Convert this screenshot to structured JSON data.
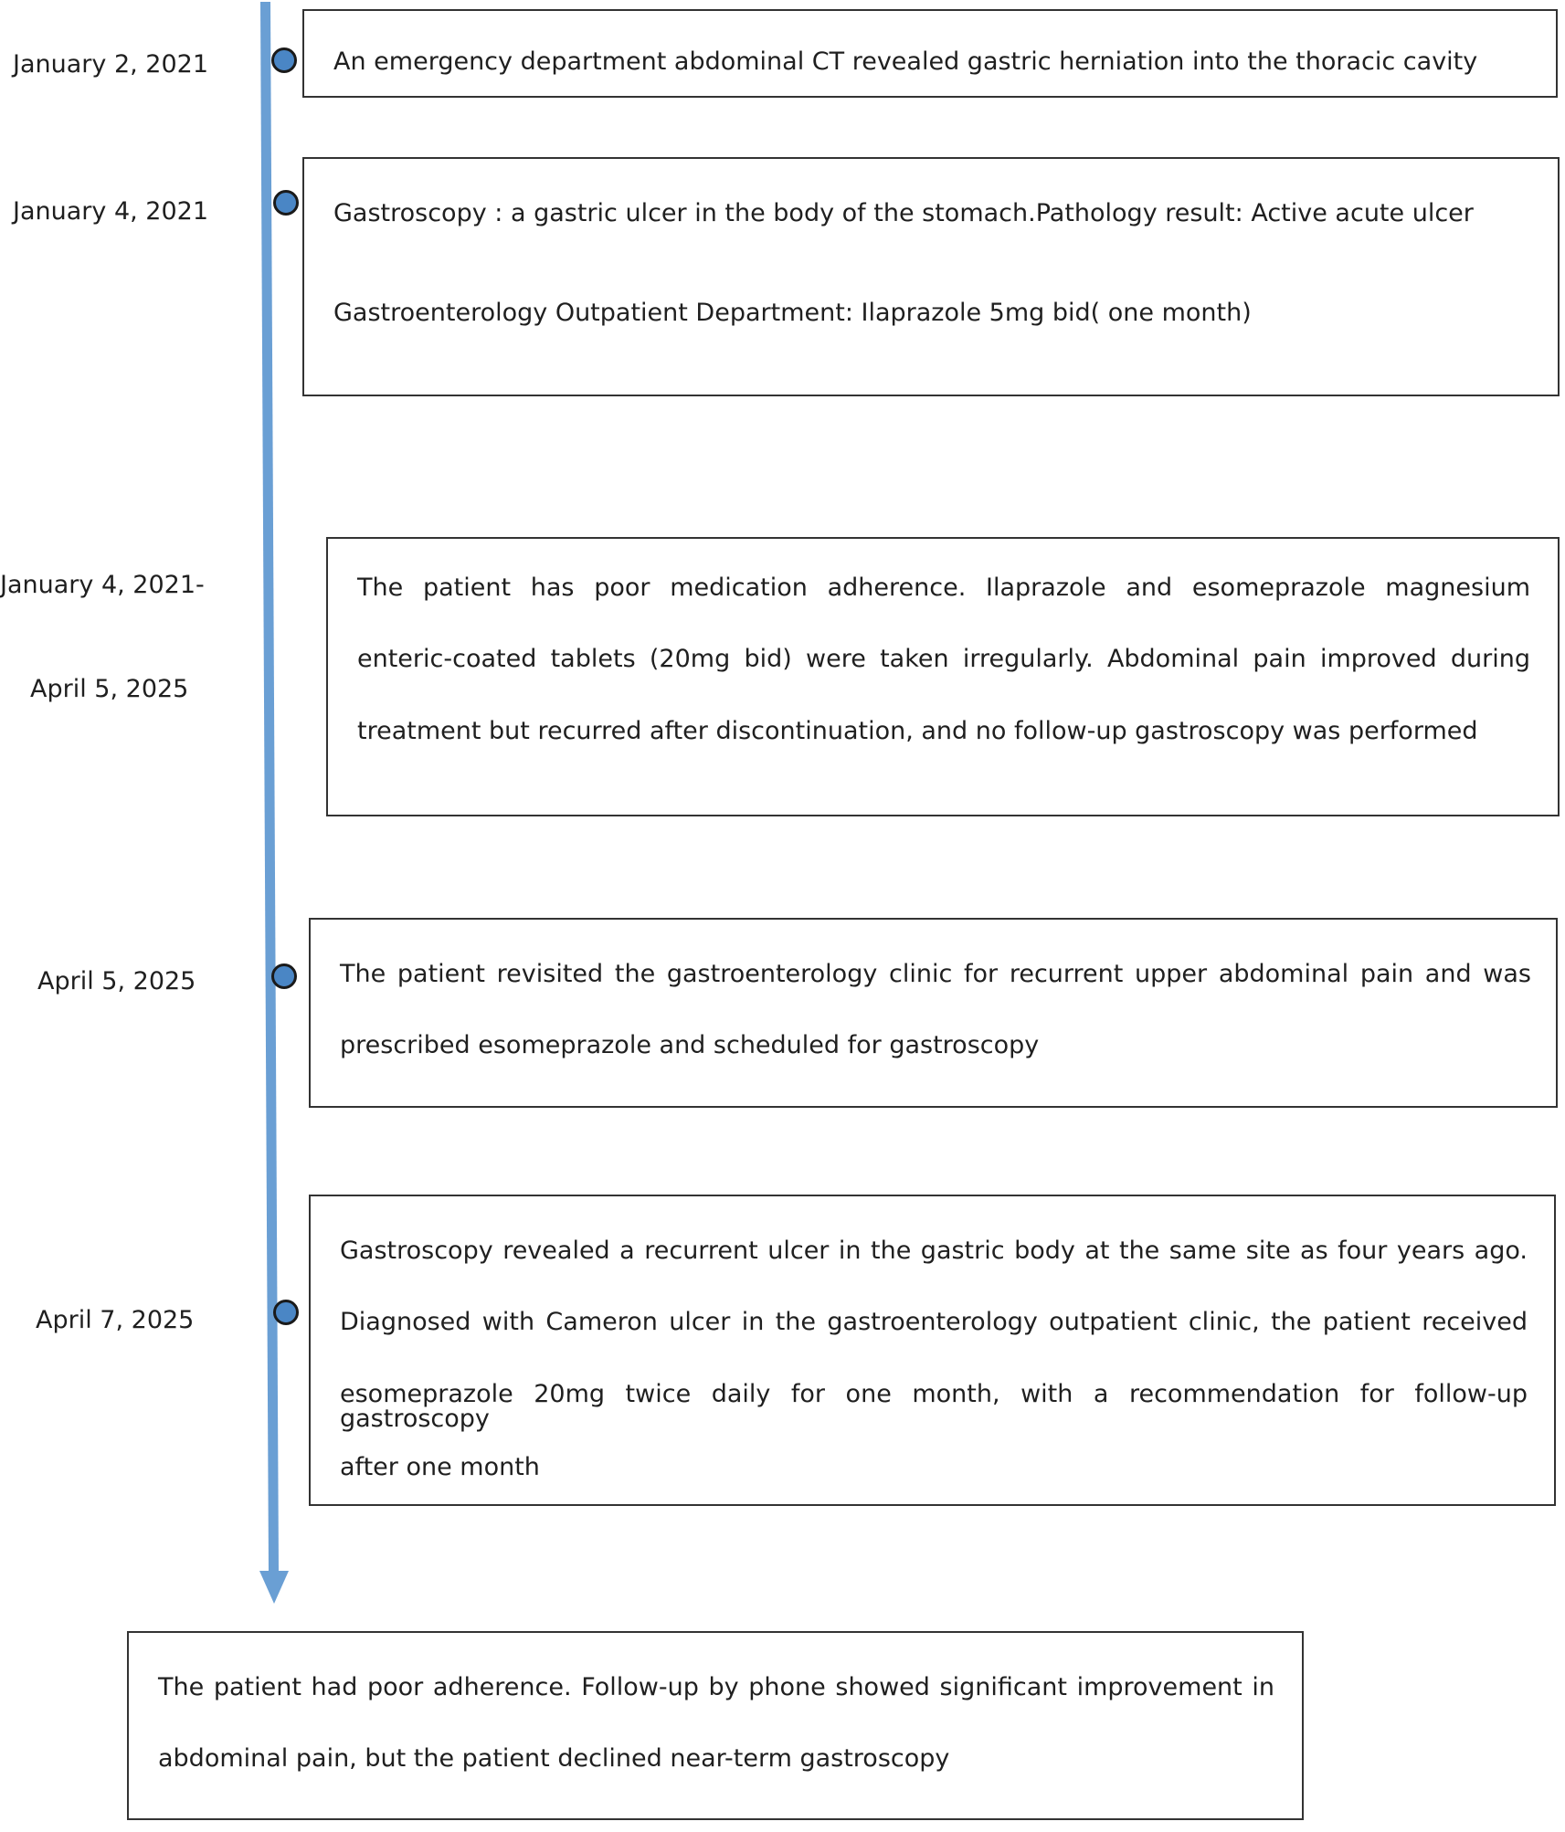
{
  "timeline": {
    "events": [
      {
        "date_lines": [
          "January 2, 2021"
        ],
        "text_lines": [
          "An emergency department abdominal CT revealed gastric herniation into the thoracic cavity"
        ]
      },
      {
        "date_lines": [
          "January 4, 2021"
        ],
        "text_lines": [
          "Gastroscopy : a gastric ulcer in the body of the stomach.Pathology result: Active acute ulcer",
          "Gastroenterology Outpatient Department: Ilaprazole 5mg bid( one month)"
        ]
      },
      {
        "date_lines": [
          "January 4, 2021-",
          "April 5, 2025"
        ],
        "text_lines": [
          "The patient has poor medication adherence. Ilaprazole and esomeprazole magnesium",
          "enteric-coated tablets (20mg bid) were taken irregularly. Abdominal pain improved during",
          "treatment but recurred after discontinuation, and no follow-up gastroscopy was performed"
        ]
      },
      {
        "date_lines": [
          "April 5, 2025"
        ],
        "text_lines": [
          "The patient revisited the gastroenterology clinic for recurrent upper abdominal pain and was",
          "prescribed esomeprazole and scheduled for gastroscopy"
        ]
      },
      {
        "date_lines": [
          "April 7, 2025"
        ],
        "text_lines": [
          "Gastroscopy revealed a recurrent ulcer in the gastric body at the same site as four years ago.",
          "Diagnosed with Cameron ulcer in the gastroenterology outpatient clinic, the patient received",
          "esomeprazole 20mg twice daily for one month, with a recommendation for follow-up gastroscopy",
          "after one month"
        ]
      }
    ],
    "outcome": {
      "text_lines": [
        "The patient had poor adherence. Follow-up by phone showed significant improvement in",
        "abdominal pain, but the patient declined near-term gastroscopy"
      ]
    }
  },
  "colors": {
    "axis": "#6a9fd4",
    "marker_fill": "#4a86c5",
    "marker_stroke": "#1a1a1a",
    "border": "#333333",
    "text": "#1f1f1f"
  }
}
